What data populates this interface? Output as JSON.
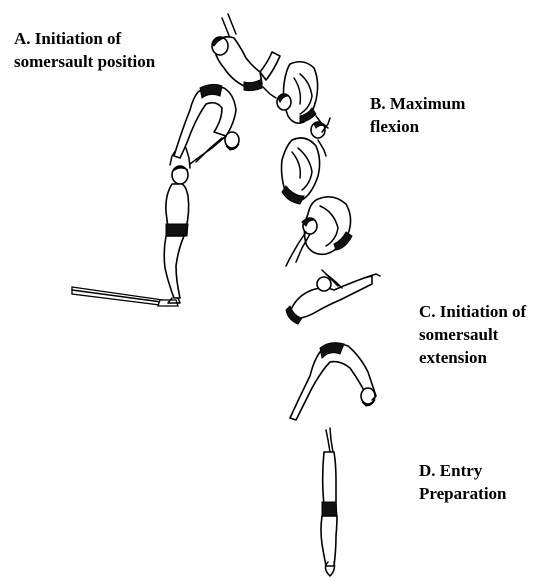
{
  "labels": {
    "a": {
      "line1": "A. Initiation of",
      "line2": "somersault position"
    },
    "b": {
      "line1": "B. Maximum",
      "line2": "flexion"
    },
    "c": {
      "line1": "C. Initiation of",
      "line2": "somersault",
      "line3": "extension"
    },
    "d": {
      "line1": "D. Entry",
      "line2": "Preparation"
    }
  }
}
